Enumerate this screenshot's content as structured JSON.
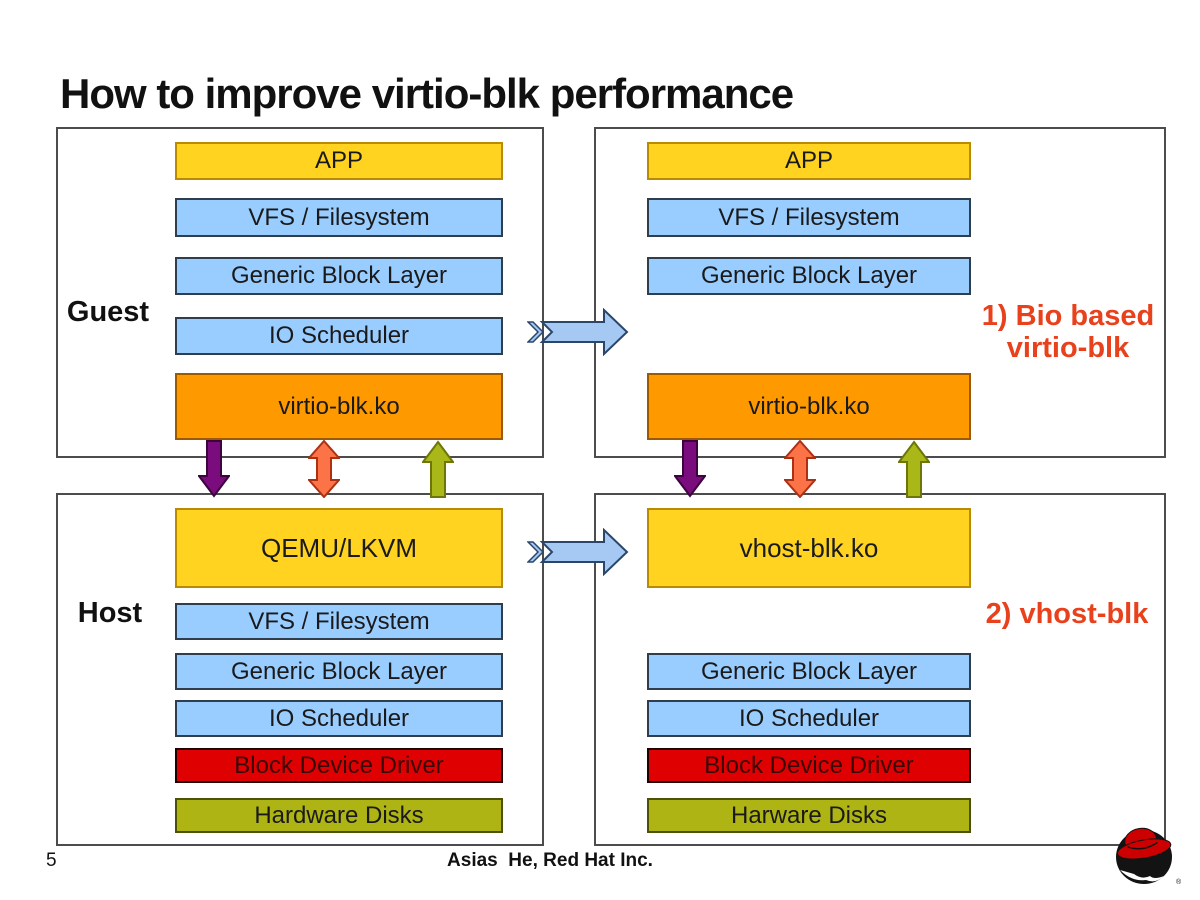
{
  "slide_title": "How to improve virtio-blk performance",
  "labels": {
    "guest": "Guest",
    "host": "Host"
  },
  "annotations": {
    "bio_line1": "1) Bio based",
    "bio_line2": "virtio-blk",
    "vhost": "2) vhost-blk"
  },
  "panels": {
    "guest_left": {
      "app": "APP",
      "vfs": "VFS / Filesystem",
      "gbl": "Generic Block Layer",
      "io": "IO Scheduler",
      "virtio": "virtio-blk.ko"
    },
    "guest_right": {
      "app": "APP",
      "vfs": "VFS / Filesystem",
      "gbl": "Generic Block Layer",
      "virtio": "virtio-blk.ko"
    },
    "host_left": {
      "qemu": "QEMU/LKVM",
      "vfs": "VFS / Filesystem",
      "gbl": "Generic Block Layer",
      "io": "IO Scheduler",
      "bdd": "Block Device Driver",
      "hdd": "Hardware Disks"
    },
    "host_right": {
      "vhost": "vhost-blk.ko",
      "gbl": "Generic Block Layer",
      "io": "IO Scheduler",
      "bdd": "Block Device Driver",
      "hdd": "Harware Disks"
    }
  },
  "footer": {
    "page_number": "5",
    "credit": "Asias  He, Red Hat Inc."
  },
  "icons": {
    "purple_down_arrow": "downward data-flow arrow",
    "coral_double_arrow": "bidirectional data-flow arrow",
    "green_up_arrow": "upward data-flow arrow",
    "blue_right_arrow": "transition arrow to improved design",
    "redhat_logo": "Red Hat Shadowman logo"
  },
  "colors": {
    "app_yellow": "#FFD320",
    "layer_blue": "#99CCFF",
    "virtio_orange": "#FF9900",
    "driver_red": "#DF0101",
    "disk_olive": "#AEB414",
    "annotation_orange": "#E8411C",
    "arrow_purple": "#7B0C7D",
    "arrow_coral": "#FB7347",
    "arrow_green": "#A9B719",
    "arrow_blue": "#A6C9F4"
  }
}
